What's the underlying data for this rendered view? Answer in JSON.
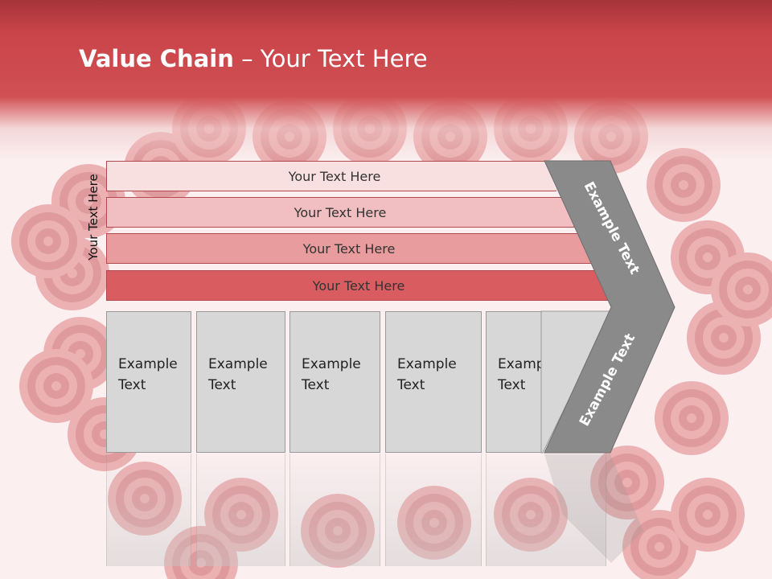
{
  "title": {
    "bold": "Value Chain",
    "rest": " – Your Text Here"
  },
  "side_label": "Your Text Here",
  "bars": [
    {
      "label": "Your Text Here",
      "color": "#f8e0e1"
    },
    {
      "label": "Your Text Here",
      "color": "#f1bfc1"
    },
    {
      "label": "Your Text Here",
      "color": "#e89c9e"
    },
    {
      "label": "Your Text Here",
      "color": "#d95c60"
    }
  ],
  "columns": [
    {
      "line1": "Example",
      "line2": "Text"
    },
    {
      "line1": "Example",
      "line2": "Text"
    },
    {
      "line1": "Example",
      "line2": "Text"
    },
    {
      "line1": "Example",
      "line2": "Text"
    },
    {
      "line1": "Example",
      "line2": "Text"
    }
  ],
  "arrow": {
    "upper_label": "Example Text",
    "lower_label": "Example Text",
    "color": "#8a8a8a"
  },
  "colors": {
    "header": "#c94448",
    "rose": "#d8575b",
    "panel": "#d7d7d7"
  }
}
